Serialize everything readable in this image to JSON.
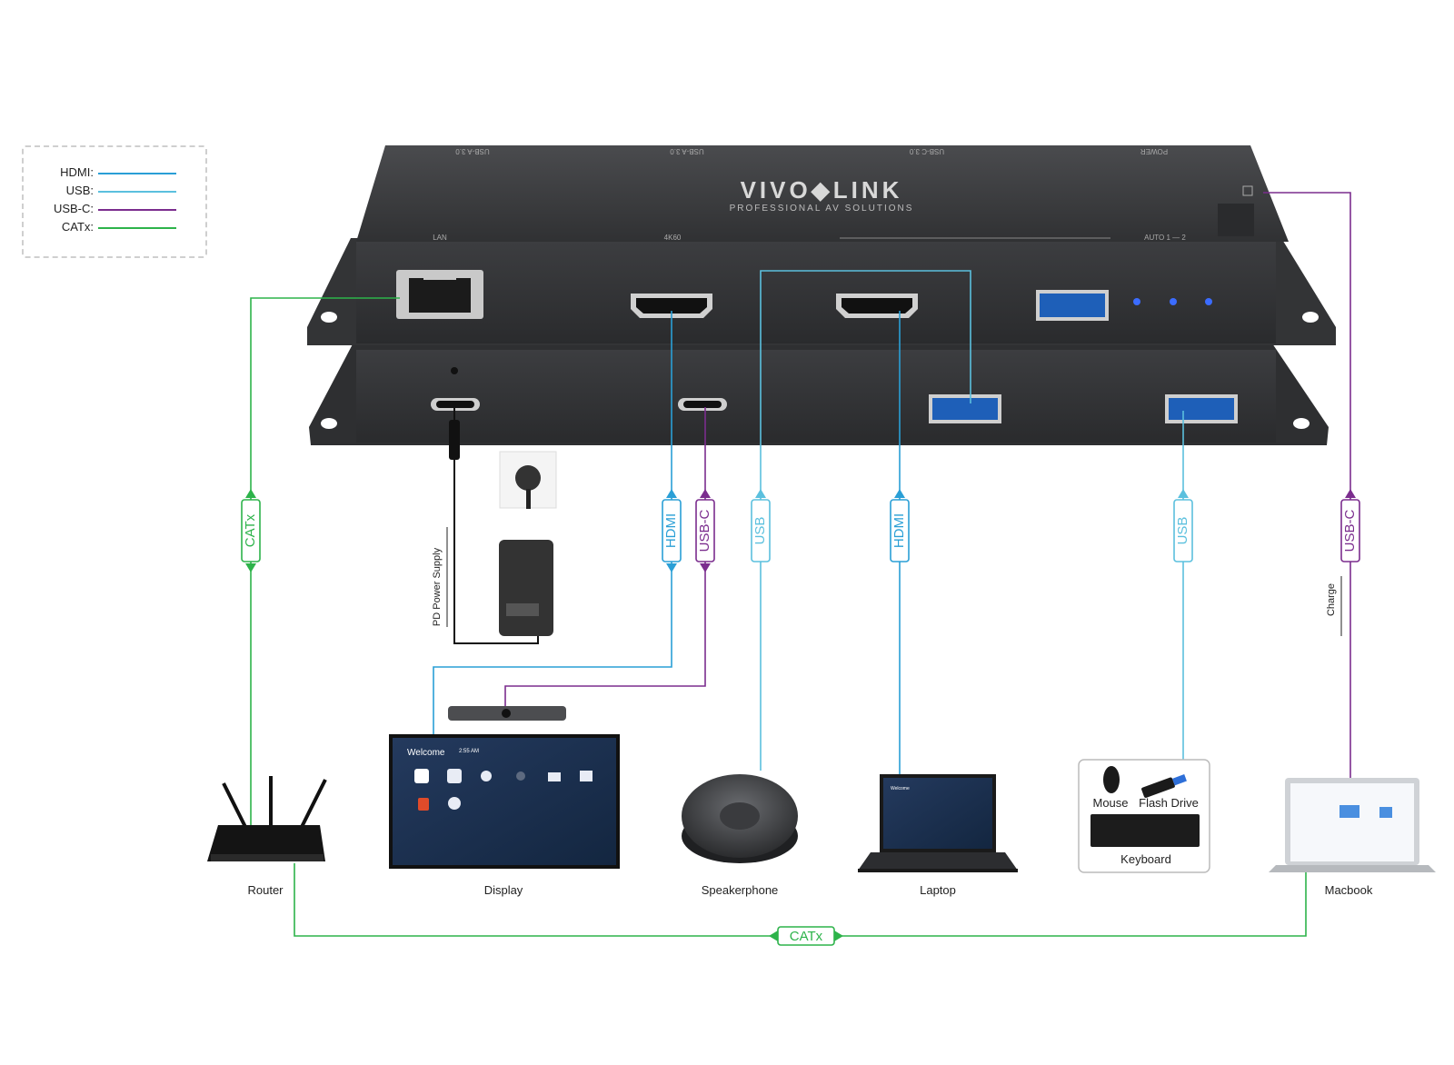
{
  "colors": {
    "hdmi": "#2a9fd6",
    "usb": "#5bc0de",
    "usbc": "#7b2d8e",
    "catx": "#2db34a",
    "power": "#111111",
    "device_body": "#3a3b3d"
  },
  "legend": [
    {
      "label": "HDMI:",
      "color_key": "hdmi"
    },
    {
      "label": "USB:",
      "color_key": "usb"
    },
    {
      "label": "USB-C:",
      "color_key": "usbc"
    },
    {
      "label": "CATx:",
      "color_key": "catx"
    }
  ],
  "device": {
    "brand": "VIVO◆LINK",
    "tagline": "PROFESSIONAL AV SOLUTIONS",
    "top_labels": [
      "USB-A 3.0",
      "USB-A 3.0",
      "USB-C 3.0",
      "POWER"
    ],
    "port_labels": [
      "LAN",
      "4K60",
      "AUTO  1 — 2"
    ]
  },
  "cables": {
    "catx_router": "CATx",
    "hdmi_display": "HDMI",
    "usbc_display": "USB-C",
    "usb_speaker": "USB",
    "hdmi_laptop": "HDMI",
    "usb_peripherals": "USB",
    "usbc_macbook": "USB-C",
    "catx_bottom": "CATx",
    "power_supply": "PD Power Supply",
    "charge": "Charge"
  },
  "devices": {
    "router": "Router",
    "display": "Display",
    "speakerphone": "Speakerphone",
    "laptop": "Laptop",
    "macbook": "Macbook",
    "mouse": "Mouse",
    "flash_drive": "Flash Drive",
    "keyboard": "Keyboard"
  },
  "screens": {
    "display_welcome": "Welcome",
    "display_time": "2:55 AM",
    "laptop_welcome": "Welcome"
  }
}
